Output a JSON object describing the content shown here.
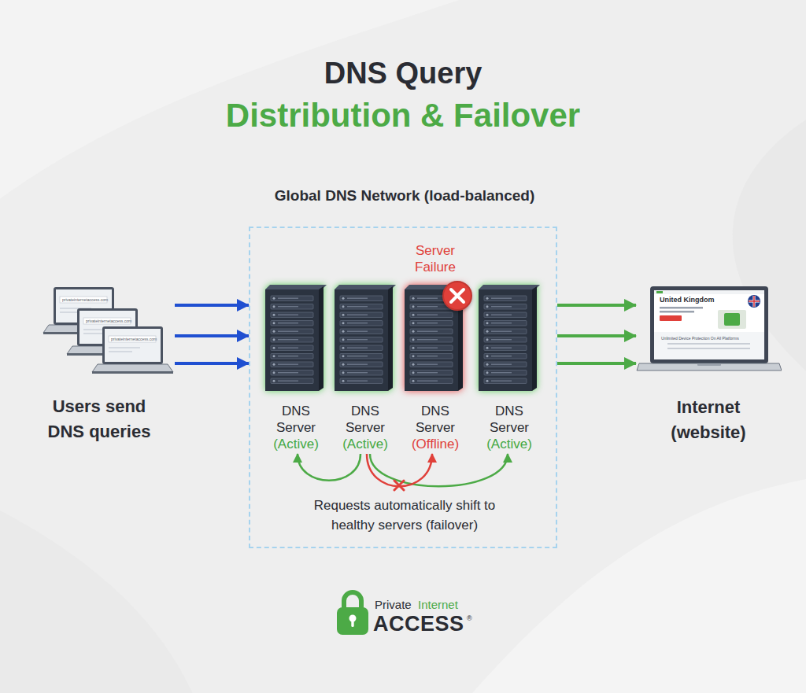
{
  "diagram": {
    "title": "DNS Query",
    "nodes": [
      {
        "text": [
          "Users send DNS queries"
        ]
      },
      {
        "text": [
          "Global DNS Network (load-balanced)",
          "Requests automatically shift to healthy servers (failover)"
        ]
      },
      {
        "text": [
          "DNS Server",
          "(Active)"
        ],
        "in": 1
      },
      {
        "text": [
          "DNS Server",
          "(Active)"
        ],
        "in": 1
      },
      {
        "text": [
          "Server Failure",
          "DNS Server",
          "(Offline)"
        ],
        "in": 1
      },
      {
        "text": [
          "DNS Server",
          "(Active)"
        ],
        "in": 1
      },
      {
        "text": [
          "Internet (website)"
        ]
      }
    ],
    "edges": [
      {
        "from": 0,
        "to": 1,
        "arrow": "to"
      },
      {
        "from": 0,
        "to": 1,
        "arrow": "to"
      },
      {
        "from": 0,
        "to": 1,
        "arrow": "to"
      },
      {
        "from": 1,
        "to": 6,
        "arrow": "to"
      },
      {
        "from": 1,
        "to": 6,
        "arrow": "to"
      },
      {
        "from": 1,
        "to": 6,
        "arrow": "to"
      },
      {
        "from": 3,
        "to": 2,
        "arrow": "to"
      },
      {
        "from": 3,
        "to": 4,
        "arrow": "to"
      },
      {
        "from": 3,
        "to": 5,
        "arrow": "to"
      }
    ],
    "labels": [
      "Distribution & Failover",
      "privateinternetaccess.com",
      "privateinternetaccess.com",
      "privateinternetaccess.com",
      "United Kingdom",
      "Unlimited Device Protection On All Platforms",
      "Private",
      "Internet",
      "ACCESS",
      "®"
    ]
  }
}
